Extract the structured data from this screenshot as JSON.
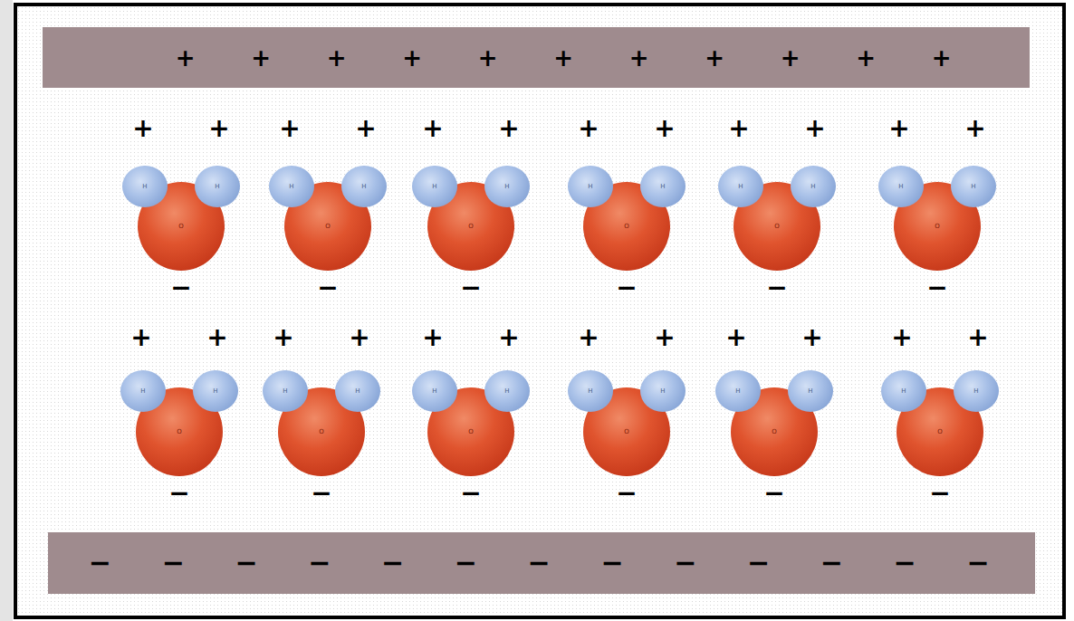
{
  "diagram": {
    "nodes": [
      {
        "text": [
          "+",
          "+",
          "+",
          "+",
          "+",
          "+",
          "+",
          "+",
          "+",
          "+",
          "+"
        ]
      },
      {
        "text": [
          "H"
        ]
      },
      {
        "text": [
          "H"
        ]
      },
      {
        "text": [
          "O"
        ]
      },
      {
        "text": [
          "H"
        ]
      },
      {
        "text": [
          "H"
        ]
      },
      {
        "text": [
          "O"
        ]
      },
      {
        "text": [
          "H"
        ]
      },
      {
        "text": [
          "H"
        ]
      },
      {
        "text": [
          "O"
        ]
      },
      {
        "text": [
          "H"
        ]
      },
      {
        "text": [
          "H"
        ]
      },
      {
        "text": [
          "O"
        ]
      },
      {
        "text": [
          "H"
        ]
      },
      {
        "text": [
          "H"
        ]
      },
      {
        "text": [
          "O"
        ]
      },
      {
        "text": [
          "H"
        ]
      },
      {
        "text": [
          "H"
        ]
      },
      {
        "text": [
          "O"
        ]
      },
      {
        "text": [
          "H"
        ]
      },
      {
        "text": [
          "H"
        ]
      },
      {
        "text": [
          "O"
        ]
      },
      {
        "text": [
          "H"
        ]
      },
      {
        "text": [
          "H"
        ]
      },
      {
        "text": [
          "O"
        ]
      },
      {
        "text": [
          "H"
        ]
      },
      {
        "text": [
          "H"
        ]
      },
      {
        "text": [
          "O"
        ]
      },
      {
        "text": [
          "H"
        ]
      },
      {
        "text": [
          "H"
        ]
      },
      {
        "text": [
          "O"
        ]
      },
      {
        "text": [
          "H"
        ]
      },
      {
        "text": [
          "H"
        ]
      },
      {
        "text": [
          "O"
        ]
      },
      {
        "text": [
          "H"
        ]
      },
      {
        "text": [
          "H"
        ]
      },
      {
        "text": [
          "O"
        ]
      },
      {
        "text": [
          "−",
          "−",
          "−",
          "−",
          "−",
          "−",
          "−",
          "−",
          "−",
          "−",
          "−",
          "−",
          "−"
        ]
      }
    ],
    "labels": [
      "+",
      "+",
      "+",
      "+",
      "+",
      "+",
      "+",
      "+",
      "+",
      "+",
      "+",
      "+",
      "−",
      "−",
      "−",
      "−",
      "−",
      "−",
      "+",
      "+",
      "+",
      "+",
      "+",
      "+",
      "+",
      "+",
      "+",
      "+",
      "+",
      "+",
      "−",
      "−",
      "−",
      "−",
      "−",
      "−"
    ]
  }
}
